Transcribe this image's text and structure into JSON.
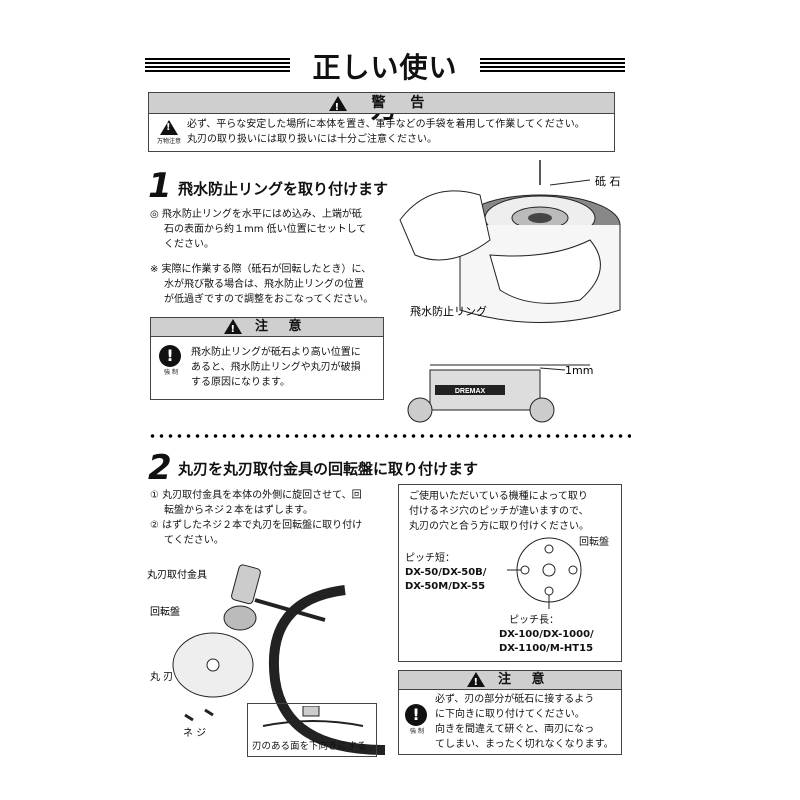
{
  "title": "正しい使い方",
  "warning": {
    "header": "警 告",
    "icon_label": "万物注意",
    "lines": [
      "必ず、平らな安定した場所に本体を置き、軍手などの手袋を着用して作業してください。",
      "丸刃の取り扱いには取り扱いには十分ご注意ください。"
    ]
  },
  "step1": {
    "number": "1",
    "title": "飛水防止リングを取り付けます",
    "paragraphs": [
      "◎ 飛水防止リングを水平にはめ込み、上端が砥",
      "石の表面から約１mm 低い位置にセットして",
      "ください。"
    ],
    "note": [
      "※ 実際に作業する際（砥石が回転したとき）に、",
      "水が飛び散る場合は、飛水防止リングの位置",
      "が低過ぎですので調整をおこなってください。"
    ],
    "caution": {
      "header": "注 意",
      "icon_label": "強 制",
      "lines": [
        "飛水防止リングが砥石より高い位置に",
        "あると、飛水防止リングや丸刃が破損",
        "する原因になります。"
      ]
    },
    "labels": {
      "stone": "砥 石",
      "ring": "飛水防止リング",
      "gap": "1mm",
      "brand": "DREMAX"
    }
  },
  "step2": {
    "number": "2",
    "title": "丸刃を丸刃取付金具の回転盤に取り付けます",
    "items": [
      "① 丸刃取付金具を本体の外側に旋回させて、回",
      "転盤からネジ２本をはずします。",
      "② はずしたネジ２本で丸刃を回転盤に取り付け",
      "てください。"
    ],
    "labels": {
      "fitting": "丸刃取付金具",
      "turntable": "回転盤",
      "blade": "丸 刃",
      "screw": "ネ ジ",
      "face_down": "刃のある面を下向きにする"
    },
    "info_box": {
      "lines": [
        "ご使用いただいている機種によって取り",
        "付けるネジ穴のピッチが違いますので、",
        "丸刃の穴と合う方に取り付けください。"
      ],
      "turntable": "回転盤",
      "pitch_short_label": "ピッチ短：",
      "pitch_short_models": [
        "DX-50/DX-50B/",
        "DX-50M/DX-55"
      ],
      "pitch_long_label": "ピッチ長：",
      "pitch_long_models": [
        "DX-100/DX-1000/",
        "DX-1100/M-HT15"
      ]
    },
    "caution": {
      "header": "注 意",
      "icon_label": "強 制",
      "lines": [
        "必ず、刃の部分が砥石に接するよう",
        "に下向きに取り付けてください。",
        "向きを間違えて研ぐと、両刃になっ",
        "てしまい、まったく切れなくなります。"
      ]
    }
  }
}
